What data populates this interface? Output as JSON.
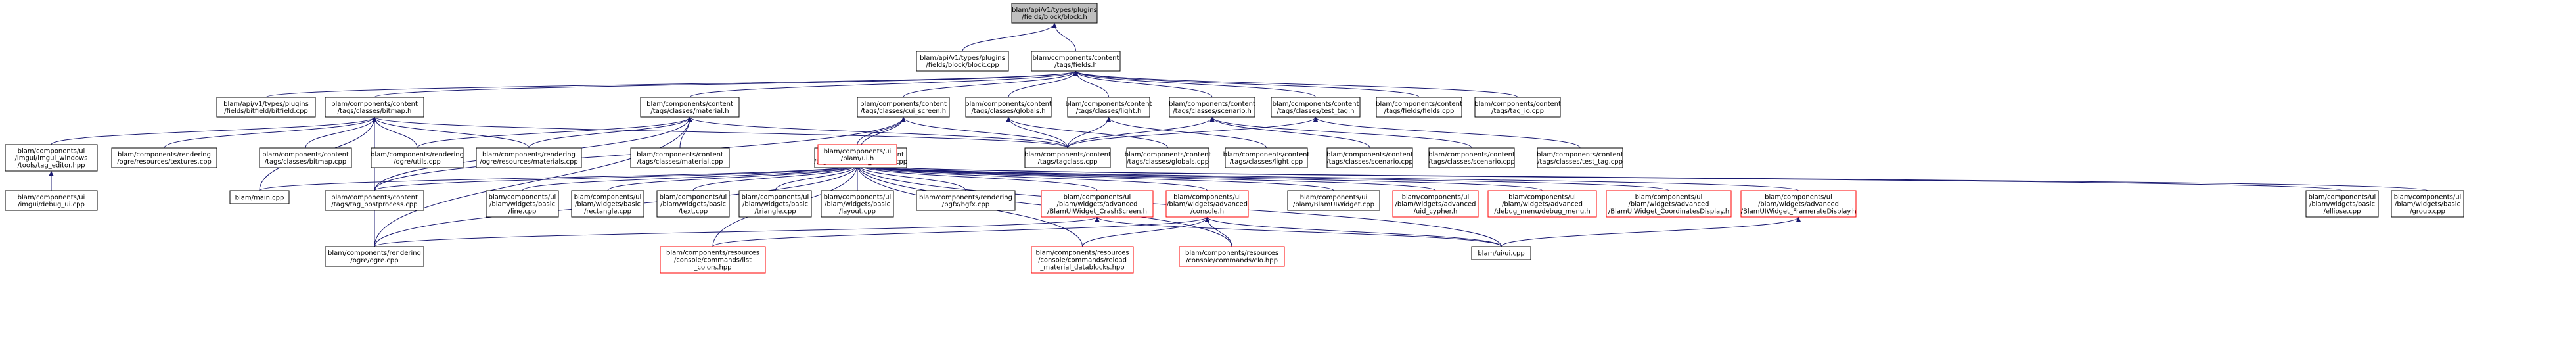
{
  "nodes": [
    {
      "id": "n0",
      "lines": [
        "blam/api/v1/types/plugins",
        "/fields/block/block.h"
      ],
      "style": "root"
    },
    {
      "id": "n1",
      "lines": [
        "blam/api/v1/types/plugins",
        "/fields/block/block.cpp"
      ],
      "style": "normal"
    },
    {
      "id": "n2",
      "lines": [
        "blam/components/content",
        "/tags/fields.h"
      ],
      "style": "normal"
    },
    {
      "id": "n3",
      "lines": [
        "blam/api/v1/types/plugins",
        "/fields/bitfield/bitfield.cpp"
      ],
      "style": "normal"
    },
    {
      "id": "n4",
      "lines": [
        "blam/components/content",
        "/tags/classes/bitmap.h"
      ],
      "style": "normal"
    },
    {
      "id": "n5",
      "lines": [
        "blam/components/content",
        "/tags/classes/material.h"
      ],
      "style": "normal"
    },
    {
      "id": "n6",
      "lines": [
        "blam/components/content",
        "/tags/classes/cui_screen.h"
      ],
      "style": "normal"
    },
    {
      "id": "n7",
      "lines": [
        "blam/components/content",
        "/tags/classes/globals.h"
      ],
      "style": "normal"
    },
    {
      "id": "n8",
      "lines": [
        "blam/components/content",
        "/tags/classes/light.h"
      ],
      "style": "normal"
    },
    {
      "id": "n9",
      "lines": [
        "blam/components/content",
        "/tags/classes/scenario.h"
      ],
      "style": "normal"
    },
    {
      "id": "n10",
      "lines": [
        "blam/components/content",
        "/tags/classes/test_tag.h"
      ],
      "style": "normal"
    },
    {
      "id": "n11",
      "lines": [
        "blam/components/content",
        "/tags/fields/fields.cpp"
      ],
      "style": "normal"
    },
    {
      "id": "n12",
      "lines": [
        "blam/components/content",
        "/tags/tag_io.cpp"
      ],
      "style": "normal"
    },
    {
      "id": "n13",
      "lines": [
        "blam/components/ui",
        "/imgui/imgui_windows",
        "/tools/tag_editor.hpp"
      ],
      "style": "normal"
    },
    {
      "id": "n14",
      "lines": [
        "blam/components/rendering",
        "/ogre/resources/textures.cpp"
      ],
      "style": "normal"
    },
    {
      "id": "n15",
      "lines": [
        "blam/components/content",
        "/tags/classes/bitmap.cpp"
      ],
      "style": "normal"
    },
    {
      "id": "n16",
      "lines": [
        "blam/components/rendering",
        "/ogre/utils.cpp"
      ],
      "style": "normal"
    },
    {
      "id": "n17",
      "lines": [
        "blam/components/rendering",
        "/ogre/resources/materials.cpp"
      ],
      "style": "normal"
    },
    {
      "id": "n18",
      "lines": [
        "blam/components/content",
        "/tags/classes/material.cpp"
      ],
      "style": "normal"
    },
    {
      "id": "n19",
      "lines": [
        "blam/components/content",
        "/tags/classes/cui_screen.cpp"
      ],
      "style": "normal"
    },
    {
      "id": "n20",
      "lines": [
        "blam/components/ui",
        "/blam/ui.h"
      ],
      "style": "red"
    },
    {
      "id": "n21",
      "lines": [
        "blam/components/content",
        "/tags/tagclass.cpp"
      ],
      "style": "normal"
    },
    {
      "id": "n22",
      "lines": [
        "blam/components/content",
        "/tags/classes/globals.cpp"
      ],
      "style": "normal"
    },
    {
      "id": "n23",
      "lines": [
        "blam/components/content",
        "/tags/classes/light.cpp"
      ],
      "style": "normal"
    },
    {
      "id": "n24",
      "lines": [
        "blam/components/content",
        "/tags/classes/scenario.cpp"
      ],
      "style": "normal"
    },
    {
      "id": "n25",
      "lines": [
        "blam/components/content",
        "/tags/classes/scenario.cpp"
      ],
      "style": "normal"
    },
    {
      "id": "n26",
      "lines": [
        "blam/components/content",
        "/tags/classes/test_tag.cpp"
      ],
      "style": "normal"
    },
    {
      "id": "n27",
      "lines": [
        "blam/components/ui",
        "/imgui/debug_ui.cpp"
      ],
      "style": "normal"
    },
    {
      "id": "n28",
      "lines": [
        "blam/main.cpp"
      ],
      "style": "normal"
    },
    {
      "id": "n29",
      "lines": [
        "blam/components/content",
        "/tags/tag_postprocess.cpp"
      ],
      "style": "normal"
    },
    {
      "id": "n30",
      "lines": [
        "blam/components/ui",
        "/blam/widgets/basic",
        "/line.cpp"
      ],
      "style": "normal"
    },
    {
      "id": "n31",
      "lines": [
        "blam/components/ui",
        "/blam/widgets/basic",
        "/rectangle.cpp"
      ],
      "style": "normal"
    },
    {
      "id": "n32",
      "lines": [
        "blam/components/ui",
        "/blam/widgets/basic",
        "/text.cpp"
      ],
      "style": "normal"
    },
    {
      "id": "n33",
      "lines": [
        "blam/components/ui",
        "/blam/widgets/basic",
        "/triangle.cpp"
      ],
      "style": "normal"
    },
    {
      "id": "n34",
      "lines": [
        "blam/components/ui",
        "/blam/widgets/basic",
        "/layout.cpp"
      ],
      "style": "normal"
    },
    {
      "id": "n35",
      "lines": [
        "blam/components/rendering",
        "/bgfx/bgfx.cpp"
      ],
      "style": "normal"
    },
    {
      "id": "n36",
      "lines": [
        "blam/components/ui",
        "/blam/widgets/advanced",
        "/BlamUIWidget_CrashScreen.h"
      ],
      "style": "red"
    },
    {
      "id": "n37",
      "lines": [
        "blam/components/ui",
        "/blam/widgets/advanced",
        "/console.h"
      ],
      "style": "red"
    },
    {
      "id": "n38",
      "lines": [
        "blam/components/ui",
        "/blam/BlamUIWidget.cpp"
      ],
      "style": "normal"
    },
    {
      "id": "n39",
      "lines": [
        "blam/components/ui",
        "/blam/widgets/advanced",
        "/uid_cypher.h"
      ],
      "style": "red"
    },
    {
      "id": "n40",
      "lines": [
        "blam/components/ui",
        "/blam/widgets/advanced",
        "/debug_menu/debug_menu.h"
      ],
      "style": "red"
    },
    {
      "id": "n41",
      "lines": [
        "blam/components/ui",
        "/blam/widgets/advanced",
        "/BlamUIWidget_CoordinatesDisplay.h"
      ],
      "style": "red"
    },
    {
      "id": "n42",
      "lines": [
        "blam/components/ui",
        "/blam/widgets/advanced",
        "/BlamUIWidget_FramerateDisplay.h"
      ],
      "style": "red"
    },
    {
      "id": "n43",
      "lines": [
        "blam/components/ui",
        "/blam/widgets/basic",
        "/ellipse.cpp"
      ],
      "style": "normal"
    },
    {
      "id": "n44",
      "lines": [
        "blam/components/ui",
        "/blam/widgets/basic",
        "/group.cpp"
      ],
      "style": "normal"
    },
    {
      "id": "n45",
      "lines": [
        "blam/components/rendering",
        "/ogre/ogre.cpp"
      ],
      "style": "normal"
    },
    {
      "id": "n46",
      "lines": [
        "blam/components/resources",
        "/console/commands/list",
        "_colors.hpp"
      ],
      "style": "red"
    },
    {
      "id": "n47",
      "lines": [
        "blam/components/resources",
        "/console/commands/reload",
        "_material_datablocks.hpp"
      ],
      "style": "red"
    },
    {
      "id": "n48",
      "lines": [
        "blam/components/resources",
        "/console/commands/clo.hpp"
      ],
      "style": "red"
    },
    {
      "id": "n49",
      "lines": [
        "blam/ui/ui.cpp"
      ],
      "style": "normal"
    }
  ],
  "edges": [
    [
      "n0",
      "n1"
    ],
    [
      "n0",
      "n2"
    ],
    [
      "n2",
      "n3"
    ],
    [
      "n2",
      "n4"
    ],
    [
      "n2",
      "n5"
    ],
    [
      "n2",
      "n6"
    ],
    [
      "n2",
      "n7"
    ],
    [
      "n2",
      "n8"
    ],
    [
      "n2",
      "n9"
    ],
    [
      "n2",
      "n10"
    ],
    [
      "n2",
      "n11"
    ],
    [
      "n2",
      "n12"
    ],
    [
      "n4",
      "n13"
    ],
    [
      "n4",
      "n14"
    ],
    [
      "n4",
      "n15"
    ],
    [
      "n4",
      "n16"
    ],
    [
      "n4",
      "n17"
    ],
    [
      "n4",
      "n21"
    ],
    [
      "n4",
      "n28"
    ],
    [
      "n4",
      "n29"
    ],
    [
      "n4",
      "n45"
    ],
    [
      "n5",
      "n16"
    ],
    [
      "n5",
      "n17"
    ],
    [
      "n5",
      "n18"
    ],
    [
      "n5",
      "n21"
    ],
    [
      "n5",
      "n29"
    ],
    [
      "n5",
      "n45"
    ],
    [
      "n6",
      "n19"
    ],
    [
      "n6",
      "n20"
    ],
    [
      "n6",
      "n21"
    ],
    [
      "n6",
      "n29"
    ],
    [
      "n7",
      "n21"
    ],
    [
      "n7",
      "n22"
    ],
    [
      "n8",
      "n21"
    ],
    [
      "n8",
      "n23"
    ],
    [
      "n9",
      "n21"
    ],
    [
      "n9",
      "n24"
    ],
    [
      "n9",
      "n25"
    ],
    [
      "n10",
      "n21"
    ],
    [
      "n10",
      "n26"
    ],
    [
      "n13",
      "n27"
    ],
    [
      "n20",
      "n28"
    ],
    [
      "n20",
      "n29"
    ],
    [
      "n20",
      "n30"
    ],
    [
      "n20",
      "n31"
    ],
    [
      "n20",
      "n32"
    ],
    [
      "n20",
      "n33"
    ],
    [
      "n20",
      "n34"
    ],
    [
      "n20",
      "n35"
    ],
    [
      "n20",
      "n36"
    ],
    [
      "n20",
      "n37"
    ],
    [
      "n20",
      "n38"
    ],
    [
      "n20",
      "n39"
    ],
    [
      "n20",
      "n40"
    ],
    [
      "n20",
      "n41"
    ],
    [
      "n20",
      "n42"
    ],
    [
      "n20",
      "n43"
    ],
    [
      "n20",
      "n44"
    ],
    [
      "n20",
      "n45"
    ],
    [
      "n20",
      "n46"
    ],
    [
      "n20",
      "n47"
    ],
    [
      "n20",
      "n48"
    ],
    [
      "n20",
      "n49"
    ],
    [
      "n36",
      "n45"
    ],
    [
      "n36",
      "n49"
    ],
    [
      "n37",
      "n46"
    ],
    [
      "n37",
      "n47"
    ],
    [
      "n37",
      "n48"
    ],
    [
      "n37",
      "n49"
    ],
    [
      "n42",
      "n49"
    ]
  ]
}
